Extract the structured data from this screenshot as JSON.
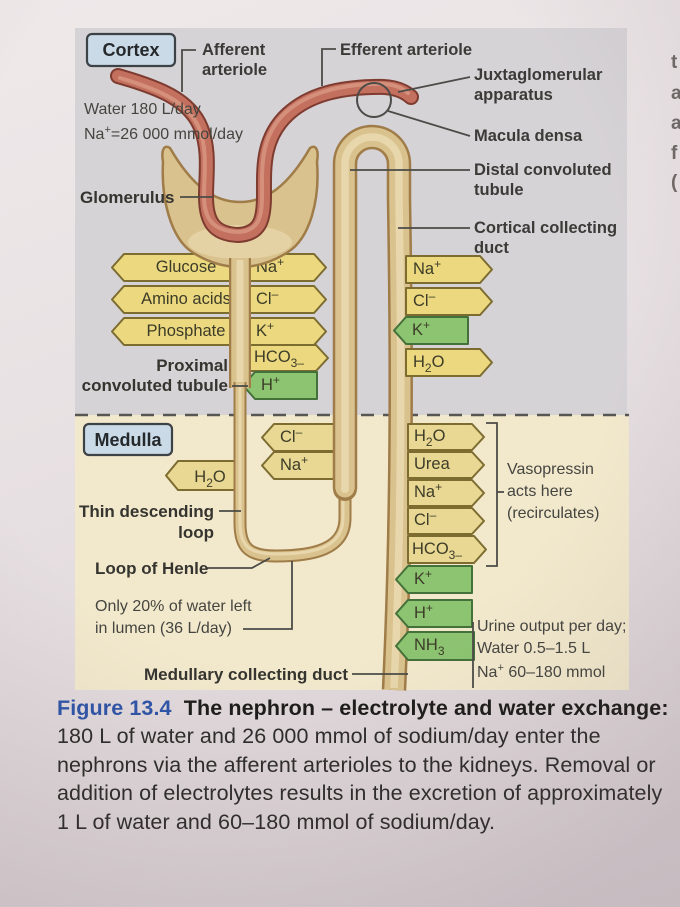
{
  "regions": {
    "cortex": "Cortex",
    "medulla": "Medulla"
  },
  "labels": {
    "water": "Water 180 L/day",
    "sodium": {
      "pre": "Na",
      "sup": "+",
      "post": "=26 000 mmol/day"
    },
    "afferent": {
      "l1": "Afferent",
      "l2": "arteriole"
    },
    "efferent": "Efferent arteriole",
    "jga": {
      "l1": "Juxtaglomerular",
      "l2": "apparatus"
    },
    "macula": "Macula densa",
    "distal": {
      "l1": "Distal convoluted",
      "l2": "tubule"
    },
    "cortical": {
      "l1": "Cortical collecting",
      "l2": "duct"
    },
    "glomerulus": "Glomerulus",
    "proximal": {
      "l1": "Proximal",
      "l2": "convoluted tubule"
    },
    "thin_descending": {
      "l1": "Thin descending",
      "l2": "loop"
    },
    "loop_of_henle": "Loop of Henle",
    "only20": {
      "l1": "Only 20% of water left",
      "l2": "in lumen (36 L/day)"
    },
    "medullary": "Medullary collecting duct",
    "vasopressin": {
      "l1": "Vasopressin",
      "l2": "acts here",
      "l3": "(recirculates)"
    },
    "urine": {
      "l1": "Urine output per day;",
      "l2": "Water 0.5–1.5 L",
      "na": {
        "pre": "Na",
        "sup": "+",
        "post": " 60–180 mmol"
      }
    }
  },
  "chips": [
    {
      "pre": "Glucose"
    },
    {
      "pre": "Amino acids"
    },
    {
      "pre": "Phosphate"
    },
    {
      "pre": "Na",
      "sup": "+"
    },
    {
      "pre": "Cl",
      "sup": "–"
    },
    {
      "pre": "K",
      "sup": "+"
    },
    {
      "pre": "HCO",
      "sub": "3–"
    },
    {
      "pre": "H",
      "sup": "+"
    },
    {
      "pre": "Na",
      "sup": "+"
    },
    {
      "pre": "Cl",
      "sup": "–"
    },
    {
      "pre": "K",
      "sup": "+"
    },
    {
      "pre": "H",
      "sub": "2",
      "post": "O"
    },
    {
      "pre": "H",
      "sub": "2",
      "post": "O"
    },
    {
      "pre": "Cl",
      "sup": "–"
    },
    {
      "pre": "Na",
      "sup": "+"
    },
    {
      "pre": "H",
      "sub": "2",
      "post": "O"
    },
    {
      "pre": "Urea"
    },
    {
      "pre": "Na",
      "sup": "+"
    },
    {
      "pre": "Cl",
      "sup": "–"
    },
    {
      "pre": "HCO",
      "sub": "3–"
    },
    {
      "pre": "K",
      "sup": "+"
    },
    {
      "pre": "H",
      "sup": "+"
    },
    {
      "pre": "NH",
      "sub": "3"
    }
  ],
  "edge_fragments": {
    "f1": "t",
    "f2": "a",
    "f3": "a",
    "f4": "f",
    "f5": "("
  },
  "caption": {
    "figure": "Figure 13.4",
    "title": "The nephron – electrolyte and water exchange:",
    "body": "180 L of water and 26 000 mmol of sodium/day enter the nephrons via the afferent arterioles to the kidneys. Removal or addition of electrolytes results in the excretion of approximately 1 L of water and 60–180 mmol of sodium/day."
  },
  "colors": {
    "cortex_bg": "#d6d3d6",
    "medulla_bg": "#f2e9cd",
    "tubule_fill": "#d9c28d",
    "tubule_outline": "#9f7c48",
    "tubule_highlight": "#e8d7ac",
    "vessel_fill": "#c4705f",
    "vessel_outline": "#7e3c30",
    "vessel_highlight": "#d89580",
    "chip_yellow": "#ebd87f",
    "chip_yellow_border": "#7c6c30",
    "chip_green": "#8cc471",
    "chip_green_border": "#44703a",
    "label_box_fill": "#cadbe7",
    "label_box_border": "#3d4247",
    "figure_label_blue": "#2f54a8",
    "line_color": "#4b4b47"
  }
}
